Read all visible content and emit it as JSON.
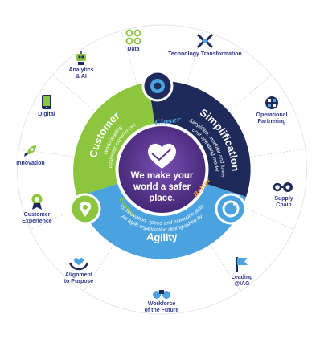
{
  "core": {
    "line1": "We make your",
    "line2": "world a safer",
    "line3": "place."
  },
  "connectors": {
    "closer": "Closer",
    "better": "Better",
    "faster": "Faster"
  },
  "pillars": {
    "customer": {
      "title": "Customer",
      "subtitle_1": "World leading",
      "subtitle_2": "customer experiences"
    },
    "simplification": {
      "title": "Simplification",
      "subtitle_1": "Simplified, modular and lower",
      "subtitle_2": "cost operating model"
    },
    "agility": {
      "title": "Agility",
      "subtitle_1": "An agile organisation distinguished by",
      "subtitle_2": "its innovation, speed and execution skills"
    }
  },
  "segments": [
    {
      "label": "Data",
      "icon": "data-icon"
    },
    {
      "label": "Technology Transformation",
      "icon": "technology-transformation-icon"
    },
    {
      "label": "Operational\nPartnering",
      "icon": "operational-partnering-icon"
    },
    {
      "label": "Supply\nChain",
      "icon": "supply-chain-icon"
    },
    {
      "label": "Leading\n@IAG",
      "icon": "flag-icon"
    },
    {
      "label": "Workforce\nof the Future",
      "icon": "binoculars-icon"
    },
    {
      "label": "Alignment\nto Purpose",
      "icon": "hands-heart-icon"
    },
    {
      "label": "Customer\nExperience",
      "icon": "ribbon-icon"
    },
    {
      "label": "Innovation",
      "icon": "rocket-icon"
    },
    {
      "label": "Digital",
      "icon": "tablet-icon"
    },
    {
      "label": "Analytics\n& AI",
      "icon": "robot-icon"
    }
  ],
  "colors": {
    "navy": "#1e2a5a",
    "green": "#8cc63f",
    "blue": "#4aa3df",
    "purple": "#5b3a8e",
    "orange": "#f39c34",
    "label": "#2f3a8f"
  }
}
